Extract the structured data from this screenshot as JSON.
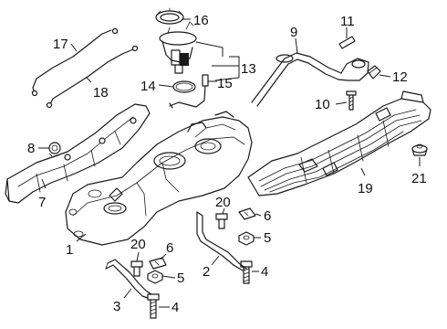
{
  "callouts": {
    "c1": "1",
    "c2": "2",
    "c3": "3",
    "c4a": "4",
    "c4b": "4",
    "c5a": "5",
    "c5b": "5",
    "c6a": "6",
    "c6b": "6",
    "c7": "7",
    "c8": "8",
    "c9": "9",
    "c10": "10",
    "c11": "11",
    "c12": "12",
    "c13": "13",
    "c14": "14",
    "c15": "15",
    "c16": "16",
    "c17": "17",
    "c18": "18",
    "c19": "19",
    "c20a": "20",
    "c20b": "20",
    "c21": "21"
  }
}
